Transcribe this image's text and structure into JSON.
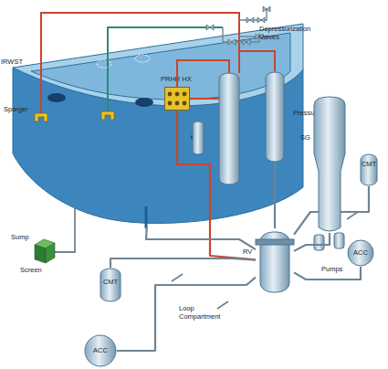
{
  "diagram": {
    "nodes": [
      {
        "text": [
          "IRWST"
        ]
      },
      {
        "text": [
          "PRHR HX"
        ],
        "in": 0
      },
      {
        "text": [
          "Pressurizer"
        ]
      },
      {
        "text": [
          "SG"
        ]
      },
      {
        "text": [
          "CMT"
        ]
      },
      {
        "text": [
          "RV"
        ]
      },
      {
        "text": [
          "ACC"
        ]
      },
      {
        "text": [
          "CMT"
        ]
      },
      {
        "text": [
          "ACC"
        ]
      }
    ],
    "edges": [
      {
        "from": 2,
        "to": 5,
        "arrow": "none"
      },
      {
        "from": 1,
        "to": 5,
        "arrow": "none"
      },
      {
        "from": 3,
        "to": 5,
        "arrow": "none"
      },
      {
        "from": 4,
        "to": 5,
        "arrow": "none"
      },
      {
        "from": 6,
        "to": 5,
        "arrow": "none"
      },
      {
        "from": 0,
        "to": 5,
        "arrow": "none"
      },
      {
        "from": 7,
        "to": 5,
        "arrow": "none"
      },
      {
        "from": 8,
        "to": 5,
        "arrow": "none"
      }
    ],
    "labels": [
      "Depressurization Valves",
      "Sparger",
      "Sump",
      "Screen",
      "Pumps",
      "Loop Compartment"
    ]
  }
}
